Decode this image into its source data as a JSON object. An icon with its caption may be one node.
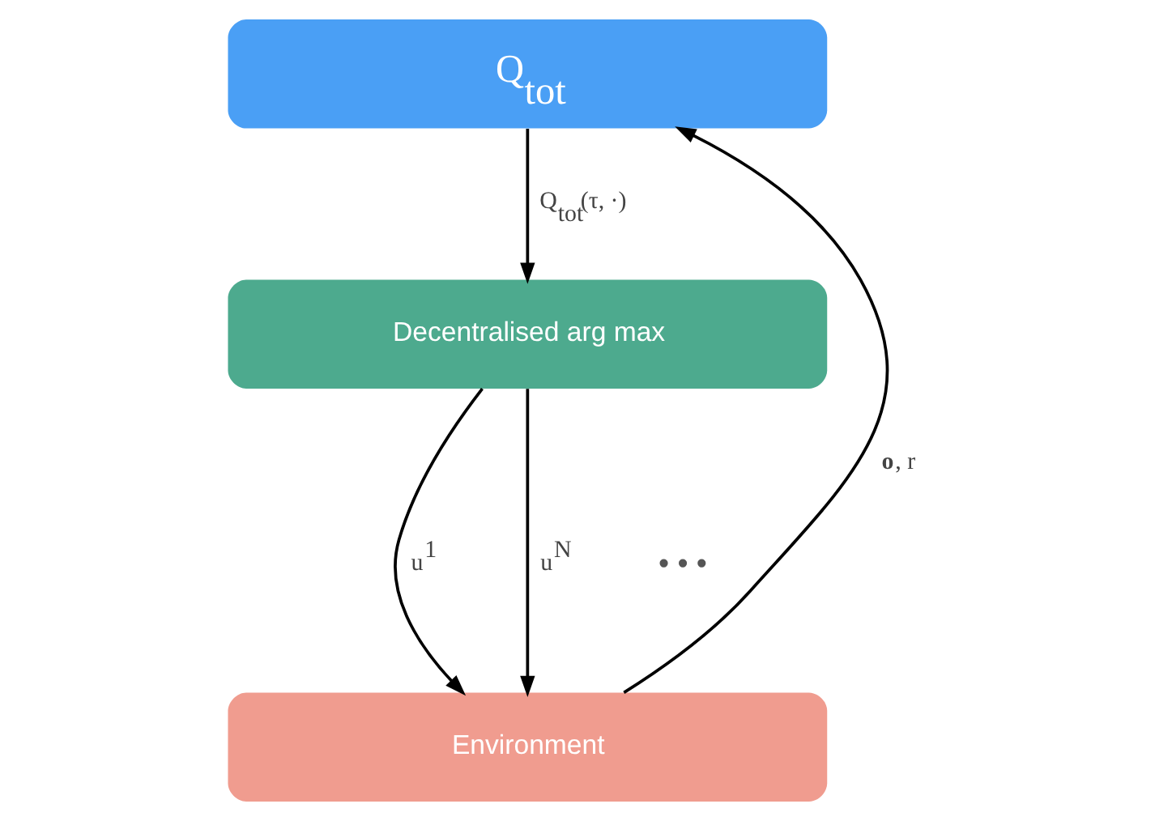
{
  "diagram": {
    "nodes": [
      {
        "text": [
          "Q$_{tot}$"
        ]
      },
      {
        "text": [
          "Decentralised arg max"
        ]
      },
      {
        "text": [
          "Environment"
        ]
      }
    ],
    "edges": [
      {
        "from": 0,
        "to": 1,
        "arrow": "to",
        "label": "Q$_{tot}$(τ, ·)"
      },
      {
        "from": 1,
        "to": 2,
        "arrow": "to",
        "label": "u$^{1}$"
      },
      {
        "from": 1,
        "to": 2,
        "arrow": "to",
        "label": "u$^{N}$"
      },
      {
        "from": 2,
        "to": 0,
        "arrow": "to",
        "label": "**o**, r"
      }
    ],
    "labels": [
      "• • •"
    ]
  }
}
